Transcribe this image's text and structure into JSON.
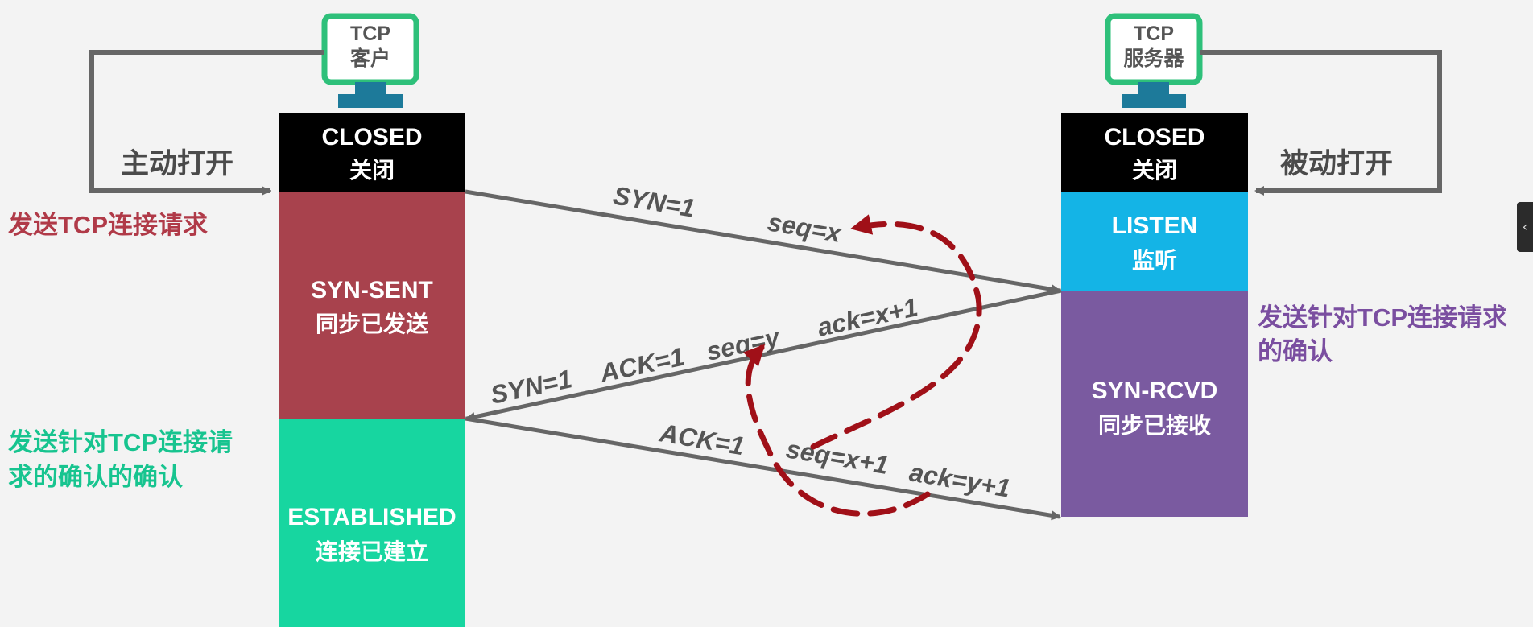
{
  "client": {
    "monitor_line1": "TCP",
    "monitor_line2": "客户",
    "active_open": "主动打开",
    "send_request": "发送TCP连接请求",
    "ack_of_ack_line1": "发送针对TCP连接请",
    "ack_of_ack_line2": "求的确认的确认",
    "states": [
      {
        "name": "CLOSED",
        "cn": "关闭",
        "color": "#000000"
      },
      {
        "name": "SYN-SENT",
        "cn": "同步已发送",
        "color": "#a8424d"
      },
      {
        "name": "ESTABLISHED",
        "cn": "连接已建立",
        "color": "#17d6a0"
      }
    ]
  },
  "server": {
    "monitor_line1": "TCP",
    "monitor_line2": "服务器",
    "passive_open": "被动打开",
    "ack_line1": "发送针对TCP连接请求",
    "ack_line2": "的确认",
    "states": [
      {
        "name": "CLOSED",
        "cn": "关闭",
        "color": "#000000"
      },
      {
        "name": "LISTEN",
        "cn": "监听",
        "color": "#14b4e6"
      },
      {
        "name": "SYN-RCVD",
        "cn": "同步已接收",
        "color": "#7a5aa0"
      }
    ]
  },
  "messages": {
    "m1_syn": "SYN=1",
    "m1_seq": "seq=x",
    "m2_syn": "SYN=1",
    "m2_ack": "ACK=1",
    "m2_seq": "seq=y",
    "m2_acknum": "ack=x+1",
    "m3_ack": "ACK=1",
    "m3_seq": "seq=x+1",
    "m3_acknum": "ack=y+1"
  },
  "colors": {
    "client_label": "#b03a48",
    "server_label": "#7a4ea0",
    "established_label": "#17c48f",
    "cycle": "#a01018",
    "monitor_frame": "#2ec07a",
    "monitor_stand": "#1d7a9a",
    "arrow": "#666666"
  },
  "icons": {
    "side_tab": "chevron-left-icon"
  },
  "side_tab_glyph": "‹"
}
